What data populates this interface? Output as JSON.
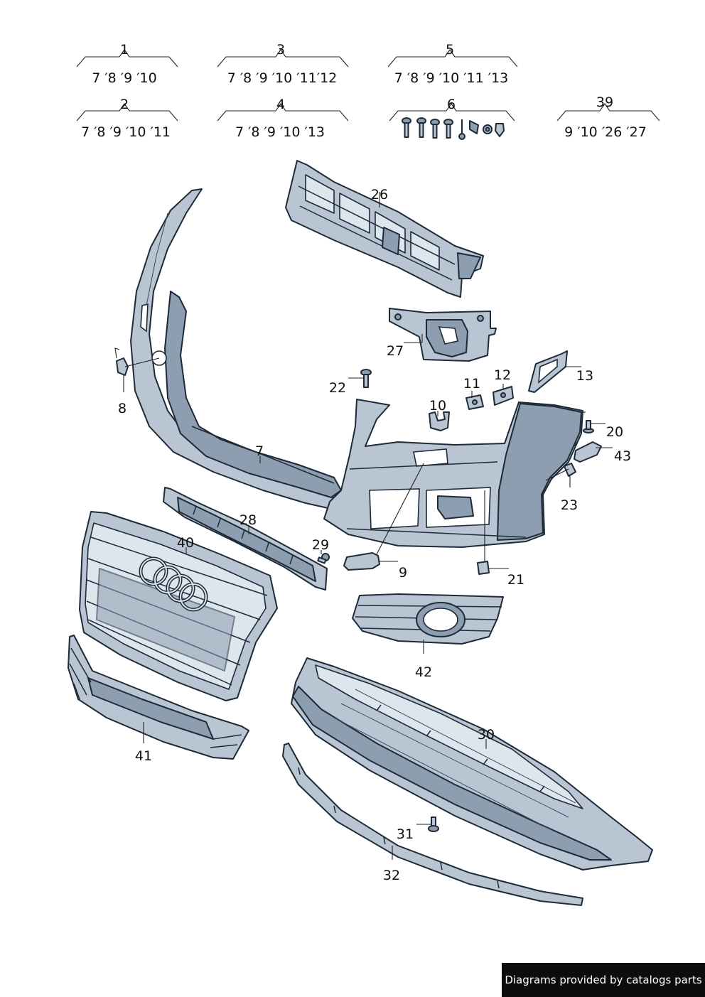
{
  "colors": {
    "part_fill": "#b9c5d2",
    "part_dark": "#8d9eb0",
    "part_light": "#dde5ed",
    "outline": "#1d2a38",
    "credit_bg": "#0d0d0d"
  },
  "legend": {
    "g1": {
      "num": "1",
      "sub": "7 ′8 ′9 ′10"
    },
    "g2": {
      "num": "2",
      "sub": "7 ′8 ′9 ′10 ′11"
    },
    "g3": {
      "num": "3",
      "sub": "7 ′8 ′9 ′10 ′11′12"
    },
    "g4": {
      "num": "4",
      "sub": "7 ′8 ′9 ′10 ′13"
    },
    "g5": {
      "num": "5",
      "sub": "7 ′8 ′9 ′10 ′11 ′13"
    },
    "g6": {
      "num": "6"
    },
    "g39": {
      "num": "39",
      "sub": "9 ′10 ′26  ′27"
    }
  },
  "callouts": {
    "c7": "7",
    "c8": "8",
    "c9": "9",
    "c10": "10",
    "c11": "11",
    "c12": "12",
    "c13": "13",
    "c20": "20",
    "c21": "21",
    "c22": "22",
    "c23": "23",
    "c26": "26",
    "c27": "27",
    "c28": "28",
    "c29": "29",
    "c30": "30",
    "c31": "31",
    "c32": "32",
    "c40": "40",
    "c41": "41",
    "c42": "42",
    "c43": "43"
  },
  "credit": "Diagrams provided by catalogs parts"
}
